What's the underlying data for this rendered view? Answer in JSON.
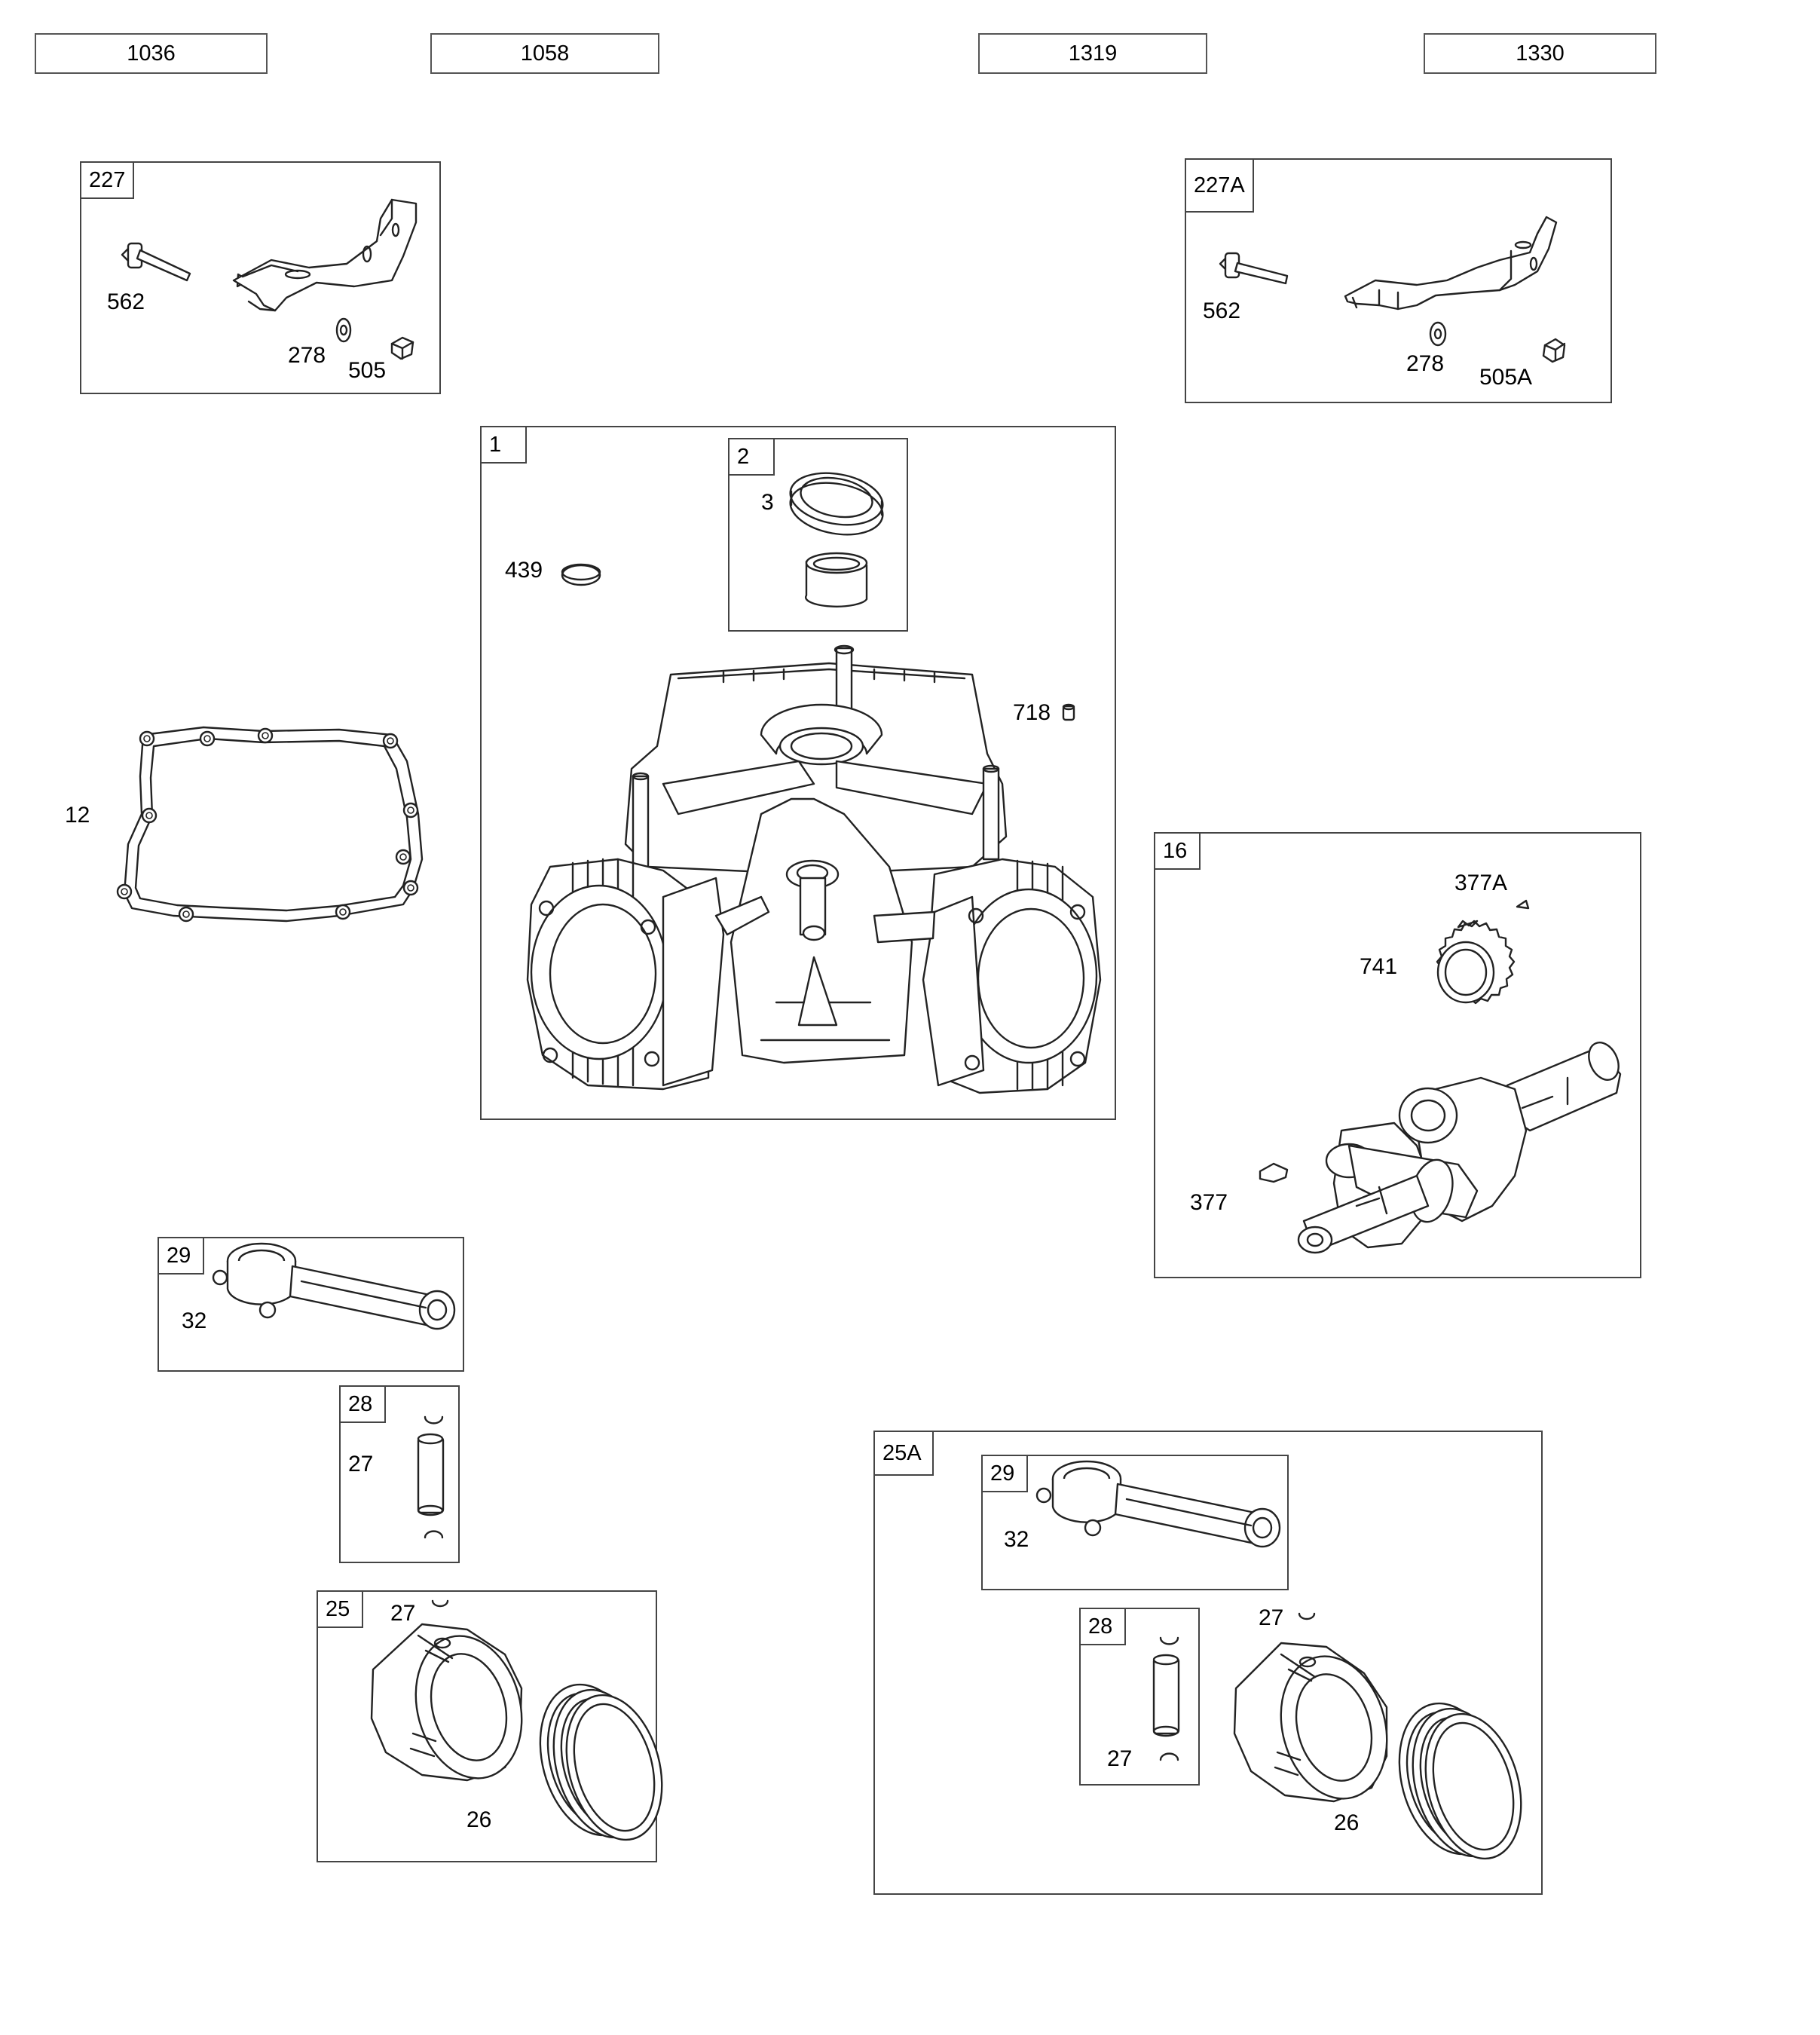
{
  "header_refs": [
    "1036",
    "1058",
    "1319",
    "1330"
  ],
  "groups": {
    "g227": {
      "tag": "227",
      "labels": [
        "562",
        "278",
        "505"
      ]
    },
    "g227a": {
      "tag": "227A",
      "labels": [
        "562",
        "278",
        "505A"
      ]
    },
    "g1": {
      "tag": "1",
      "labels": [
        "439",
        "718"
      ]
    },
    "g2": {
      "tag": "2",
      "labels": [
        "3"
      ]
    },
    "g16": {
      "tag": "16",
      "labels": [
        "377A",
        "741",
        "377"
      ]
    },
    "g29": {
      "tag": "29",
      "labels": [
        "32"
      ]
    },
    "g28": {
      "tag": "28",
      "labels": [
        "27"
      ]
    },
    "g25": {
      "tag": "25",
      "labels": [
        "27",
        "26"
      ]
    },
    "g25a": {
      "tag": "25A",
      "labels": []
    },
    "g29b": {
      "tag": "29",
      "labels": [
        "32"
      ]
    },
    "g28b": {
      "tag": "28",
      "labels": [
        "27"
      ]
    },
    "g25a_piston": {
      "labels": [
        "27",
        "26"
      ]
    }
  },
  "loose_parts": {
    "gasket_label": "12"
  }
}
